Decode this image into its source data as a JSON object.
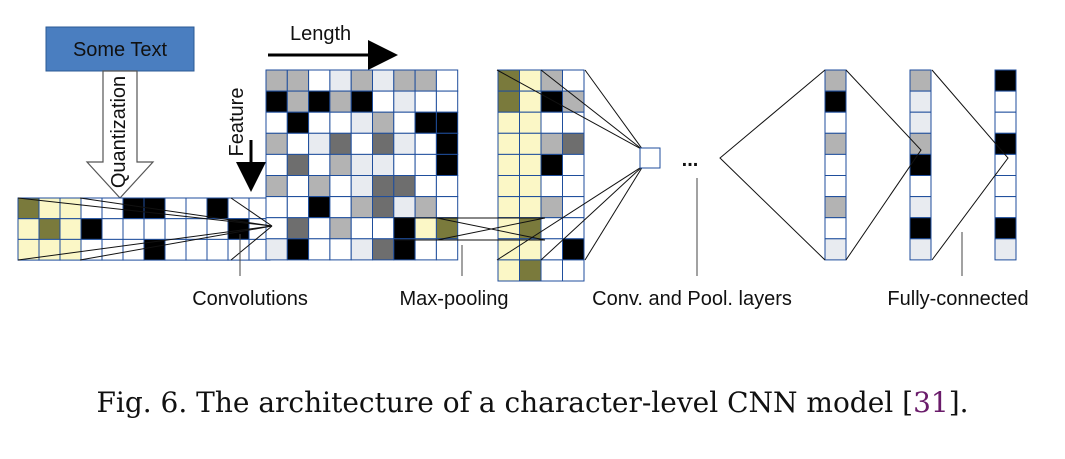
{
  "input_box": "Some Text",
  "quantization_label": "Quantization",
  "length_label": "Length",
  "feature_label": "Feature",
  "stage_labels": {
    "convolutions": "Convolutions",
    "max_pooling": "Max-pooling",
    "conv_pool_layers": "Conv. and Pool. layers",
    "fully_connected": "Fully-connected"
  },
  "ellipsis": "...",
  "caption": {
    "prefix": "Fig. 6.  The architecture of a character-level CNN model [",
    "ref": "31",
    "suffix": "]."
  },
  "colors": {
    "cell_border": "#1f4e9c",
    "input_box_fill": "#4a7ec0",
    "kernel_highlight": "#fbf7c6",
    "kernel_dark": "#7a7a3c",
    "black": "#000000",
    "dark_gray": "#6e6e6e",
    "mid_gray": "#b3b3b3",
    "light_gray": "#e8ebf0",
    "white": "#ffffff"
  }
}
